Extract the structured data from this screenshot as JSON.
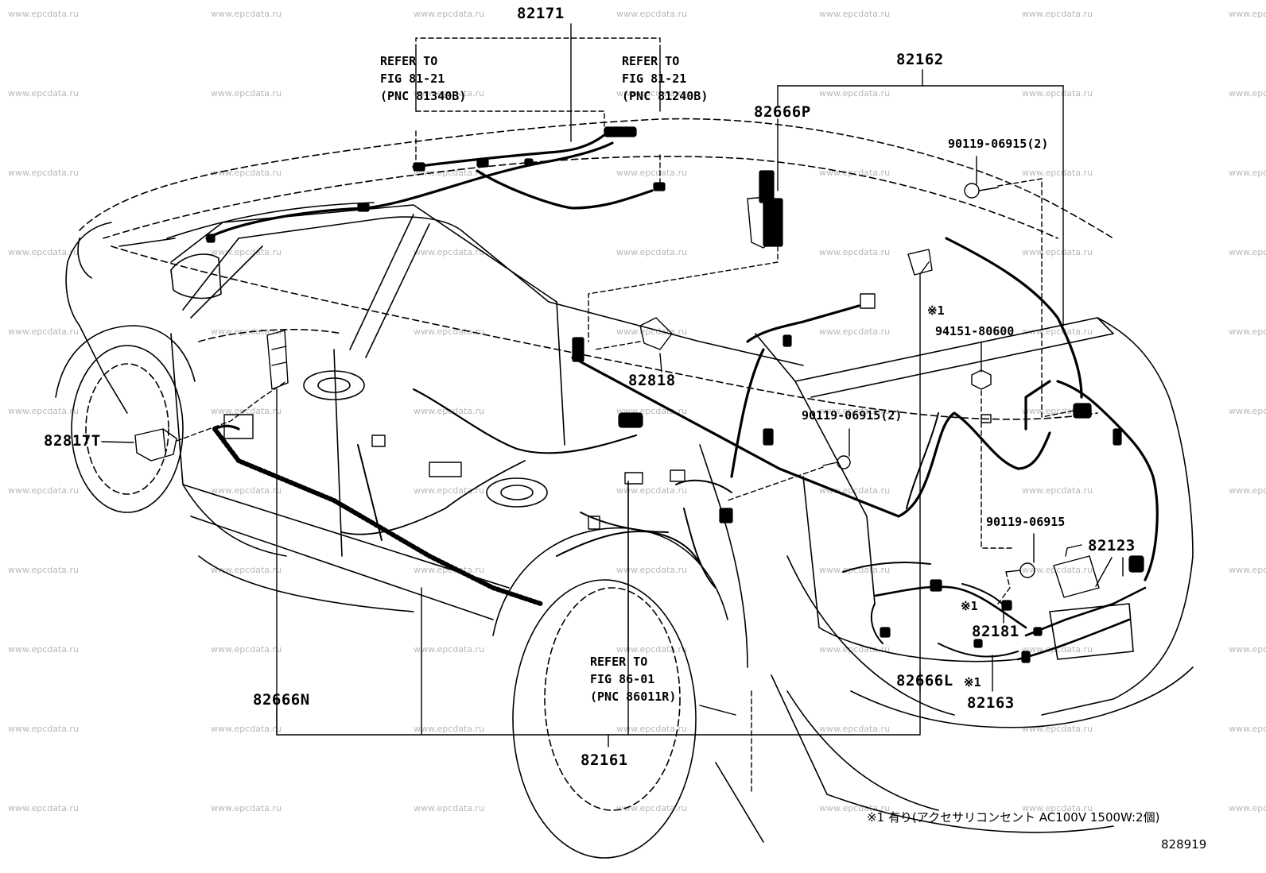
{
  "watermark": "www.epcdata.ru",
  "parts": {
    "p82171": "82171",
    "p82162": "82162",
    "p82666P": "82666P",
    "p90119_06915_2_top": "90119-06915(2)",
    "p94151_80600": "94151-80600",
    "p82818": "82818",
    "p90119_06915_2_mid": "90119-06915(2)",
    "p82817T": "82817T",
    "p90119_06915": "90119-06915",
    "p82123": "82123",
    "p82181": "82181",
    "p82666N": "82666N",
    "p82666L": "82666L",
    "p82163": "82163",
    "p82161": "82161"
  },
  "references": {
    "left": "REFER TO\nFIG 81-21\n(PNC 81340B)",
    "right": "REFER TO\nFIG 81-21\n(PNC 81240B)",
    "bottom": "REFER TO\nFIG 86-01\n(PNC 86011R)"
  },
  "marks": {
    "m1_a": "※1",
    "m1_b": "※1",
    "m1_c": "※1"
  },
  "footnote": "※1 有り(アクセサリコンセント AC100V 1500W:2個)",
  "figure_number": "828919"
}
